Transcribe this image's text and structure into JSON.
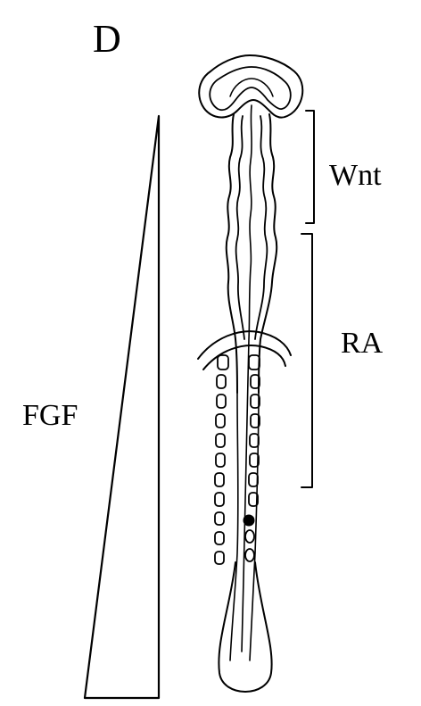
{
  "panel_letter": "D",
  "labels": {
    "wnt": "Wnt",
    "ra": "RA",
    "fgf": "FGF"
  },
  "colors": {
    "ink": "#000000",
    "background": "#ffffff"
  }
}
